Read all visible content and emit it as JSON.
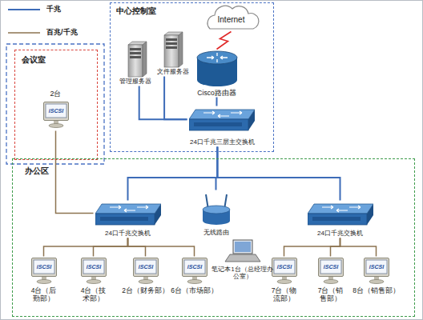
{
  "diagram": {
    "nodes": [
      {
        "text": [
          "中心控制室"
        ]
      },
      {
        "text": [
          "Internet"
        ],
        "in": 0
      },
      {
        "text": [
          "管理服务器"
        ],
        "in": 0
      },
      {
        "text": [
          "文件服务器"
        ],
        "in": 0
      },
      {
        "text": [
          "Cisco路由器"
        ],
        "in": 0
      },
      {
        "text": [
          "24口千兆三层主交换机"
        ],
        "in": 0
      },
      {
        "text": [
          "会议室"
        ]
      },
      {
        "text": [
          "2台"
        ],
        "in": 6
      },
      {
        "text": [
          "办公区"
        ]
      },
      {
        "text": [
          "24口千兆交换机"
        ],
        "in": 8
      },
      {
        "text": [
          "无线路由"
        ],
        "in": 8
      },
      {
        "text": [
          "24口千兆交换机"
        ],
        "in": 8
      },
      {
        "text": [
          "4台（后 勤部）"
        ],
        "in": 8
      },
      {
        "text": [
          "4台（技 术部）"
        ],
        "in": 8
      },
      {
        "text": [
          "2台（财务部）"
        ],
        "in": 8
      },
      {
        "text": [
          "6台（市场部）"
        ],
        "in": 8
      },
      {
        "text": [
          "笔记本1台（总经理办 公室）"
        ],
        "in": 8
      },
      {
        "text": [
          "7台（物 流部）"
        ],
        "in": 8
      },
      {
        "text": [
          "7台（销 售部）"
        ],
        "in": 8
      },
      {
        "text": [
          "8台（销售部）"
        ],
        "in": 8
      }
    ],
    "edges": [
      {
        "from": 1,
        "to": 4,
        "arrow": "none"
      },
      {
        "from": 2,
        "to": 5,
        "arrow": "none"
      },
      {
        "from": 3,
        "to": 5,
        "arrow": "none"
      },
      {
        "from": 4,
        "to": 5,
        "arrow": "none"
      },
      {
        "from": 5,
        "to": 9,
        "arrow": "none"
      },
      {
        "from": 5,
        "to": 10,
        "arrow": "none"
      },
      {
        "from": 5,
        "to": 11,
        "arrow": "none"
      },
      {
        "from": 7,
        "to": 9,
        "arrow": "none"
      },
      {
        "from": 9,
        "to": 12,
        "arrow": "none"
      },
      {
        "from": 9,
        "to": 13,
        "arrow": "none"
      },
      {
        "from": 9,
        "to": 14,
        "arrow": "none"
      },
      {
        "from": 9,
        "to": 15,
        "arrow": "none"
      },
      {
        "from": 11,
        "to": 17,
        "arrow": "none"
      },
      {
        "from": 11,
        "to": 18,
        "arrow": "none"
      },
      {
        "from": 11,
        "to": 19,
        "arrow": "none"
      }
    ],
    "labels": [
      "iSCSI",
      "iSCSI",
      "iSCSI",
      "iSCSI",
      "iSCSI",
      "iSCSI",
      "iSCSI",
      "iSCSI"
    ],
    "legend": [
      {
        "text": "千兆"
      },
      {
        "text": "百兆/千兆"
      }
    ]
  }
}
